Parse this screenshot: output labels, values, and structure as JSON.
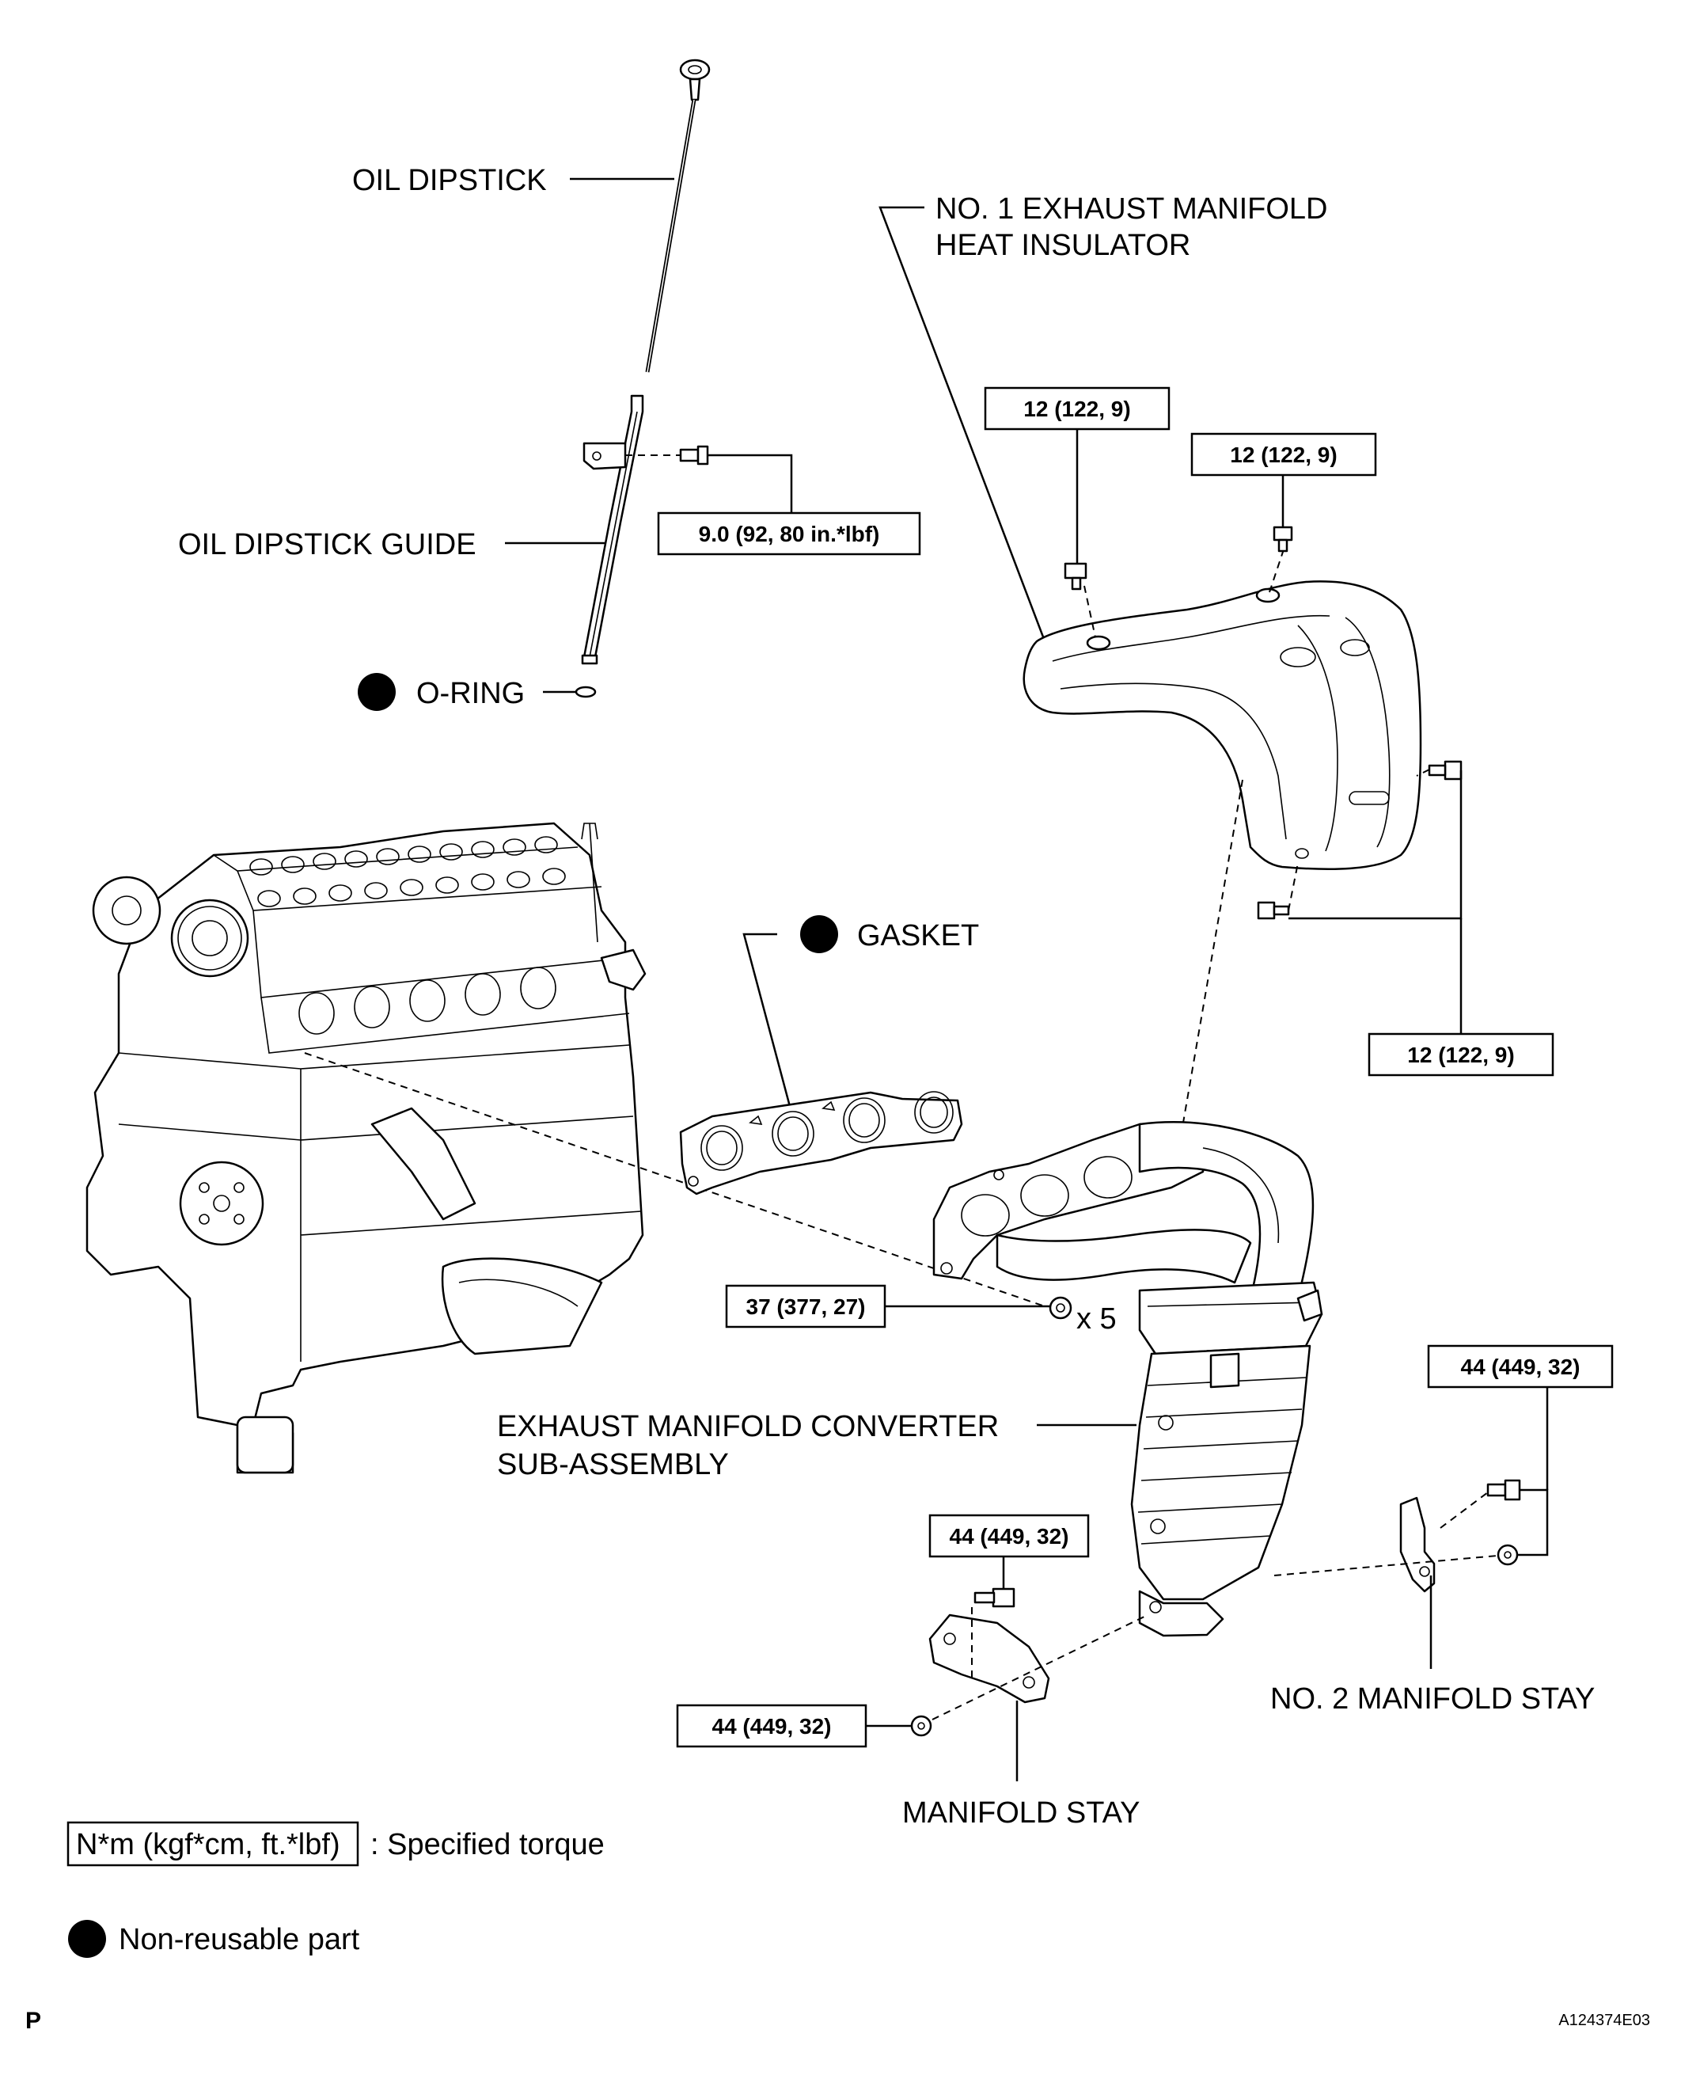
{
  "labels": {
    "oil_dipstick": "OIL DIPSTICK",
    "oil_dipstick_guide": "OIL DIPSTICK GUIDE",
    "o_ring": "O-RING",
    "heat_insulator_line1": "NO. 1 EXHAUST MANIFOLD",
    "heat_insulator_line2": "HEAT INSULATOR",
    "gasket": "GASKET",
    "converter_line1": "EXHAUST MANIFOLD CONVERTER",
    "converter_line2": "SUB-ASSEMBLY",
    "no2_manifold_stay": "NO. 2 MANIFOLD STAY",
    "manifold_stay": "MANIFOLD STAY",
    "nut_count": "x 5"
  },
  "torques": {
    "dipstick_guide_bolt": "9.0 (92, 80 in.*lbf)",
    "insulator_bolt_left": "12 (122, 9)",
    "insulator_bolt_top": "12 (122, 9)",
    "insulator_bolt_side": "12 (122, 9)",
    "manifold_nut": "37 (377, 27)",
    "stay2_bolt": "44 (449, 32)",
    "stay_bolt": "44 (449, 32)",
    "stay_nut": "44 (449, 32)"
  },
  "legend": {
    "torque_unit": "N*m (kgf*cm, ft.*lbf)",
    "torque_desc": ": Specified torque",
    "nonreusable_desc": "Non-reusable part"
  },
  "footer": {
    "corner_letter": "P",
    "figure_id": "A124374E03"
  }
}
